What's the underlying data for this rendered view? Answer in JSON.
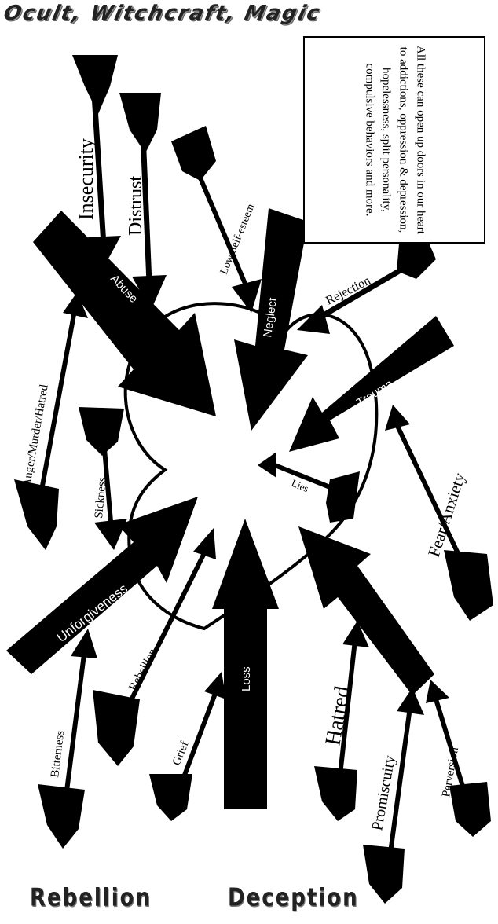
{
  "header": {
    "title": "Ocult, Witchcraft, Magic",
    "note": "All these can open up doors in our heart to addictions, oppression & depression, hopelessness, split personality, compulsive behaviors and more."
  },
  "labels": {
    "insecurity": "Insecurity",
    "distrust": "Distrust",
    "low_self_esteem": "Low Self-esteem",
    "neglect": "Neglect",
    "rejection": "Rejection",
    "abuse": "Abuse",
    "trauma": "Trauma",
    "anger": "Anger/Murder/Hatred",
    "sickness": "Sickness",
    "lies": "Lies",
    "fear": "Fear/Anxiety",
    "unforgiveness": "Unforgiveness",
    "rebellion_arrow": "Rebellion",
    "bitterness": "Bitterness",
    "loss": "Loss",
    "grief": "Grief",
    "hatred": "Hatred",
    "promiscuity": "Promiscuity",
    "perversion": "Perversion"
  },
  "footer": {
    "left": "Rebellion",
    "right": "Deception"
  }
}
